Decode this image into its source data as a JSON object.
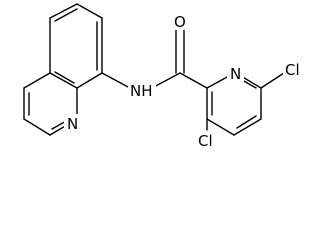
{
  "molecule": {
    "atoms": {
      "quinoline_n": "N",
      "amide_n": "NH",
      "carbonyl_o": "O",
      "pyridine_n": "N",
      "cl_top": "Cl",
      "cl_bottom": "Cl"
    }
  },
  "colors": {
    "bond": "#000000",
    "label": "#000000",
    "background": "#ffffff"
  }
}
